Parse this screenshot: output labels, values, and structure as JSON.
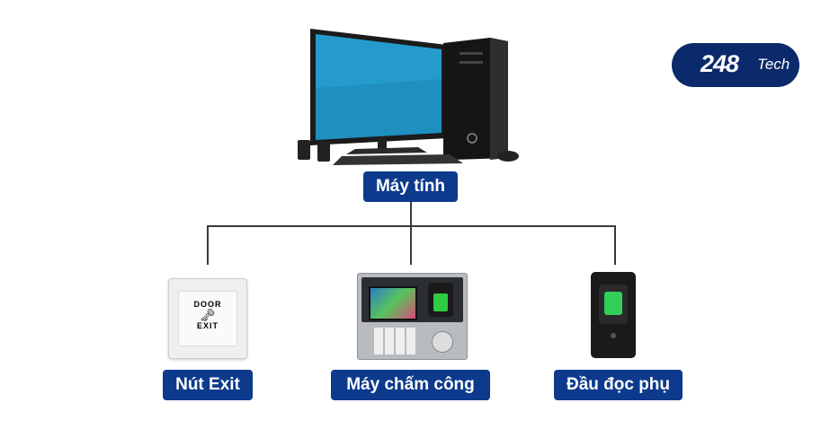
{
  "logo": {
    "number": "248",
    "suffix": "Tech"
  },
  "nodes": {
    "computer": {
      "label": "Máy tính"
    },
    "exit_button": {
      "label": "Nút Exit",
      "device_text_top": "DOOR",
      "device_text_bottom": "EXIT"
    },
    "time_clock": {
      "label": "Máy chấm công"
    },
    "reader": {
      "label": "Đầu đọc phụ"
    }
  },
  "colors": {
    "label_bg": "#0d3a8c",
    "logo_bg": "#0b2a6b",
    "line": "#3a3a3a"
  }
}
